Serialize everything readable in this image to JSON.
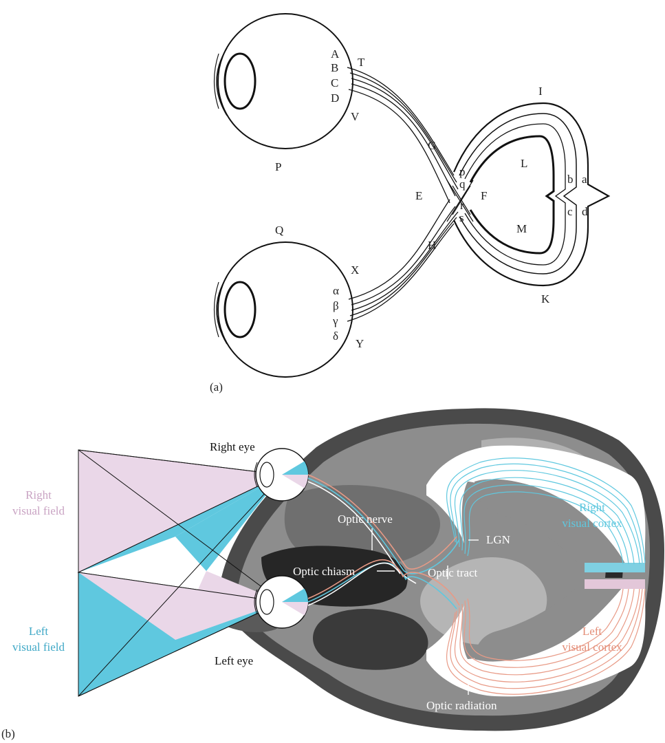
{
  "panel_a": {
    "caption": "(a)",
    "letters": {
      "A": "A",
      "B": "B",
      "C": "C",
      "D": "D",
      "T": "T",
      "V": "V",
      "P": "P",
      "Q": "Q",
      "G": "G",
      "E": "E",
      "F": "F",
      "H": "H",
      "I": "I",
      "K": "K",
      "L": "L",
      "M": "M",
      "X": "X",
      "Y": "Y",
      "alpha": "α",
      "beta": "β",
      "gamma": "γ",
      "delta": "δ",
      "p": "p",
      "q": "q",
      "r": "r",
      "s": "s",
      "a": "a",
      "b": "b",
      "c": "c",
      "d": "d"
    }
  },
  "panel_b": {
    "caption": "(b)",
    "right_eye": "Right eye",
    "left_eye": "Left eye",
    "right_visual_field": [
      "Right",
      "visual field"
    ],
    "left_visual_field": [
      "Left",
      "visual field"
    ],
    "optic_nerve": "Optic nerve",
    "optic_chiasm": "Optic chiasm",
    "optic_tract": "Optic tract",
    "lgn": "LGN",
    "optic_radiation": "Optic radiation",
    "right_visual_cortex": [
      "Right",
      "visual cortex"
    ],
    "left_visual_cortex": [
      "Left",
      "visual cortex"
    ]
  },
  "colors": {
    "cyan": "#5fc8df",
    "pink": "#ead7e8",
    "salmon": "#e89a86",
    "label_pink": "#c9a3c3",
    "label_cyan": "#3fa8c6",
    "label_salmon": "#e48d77"
  }
}
